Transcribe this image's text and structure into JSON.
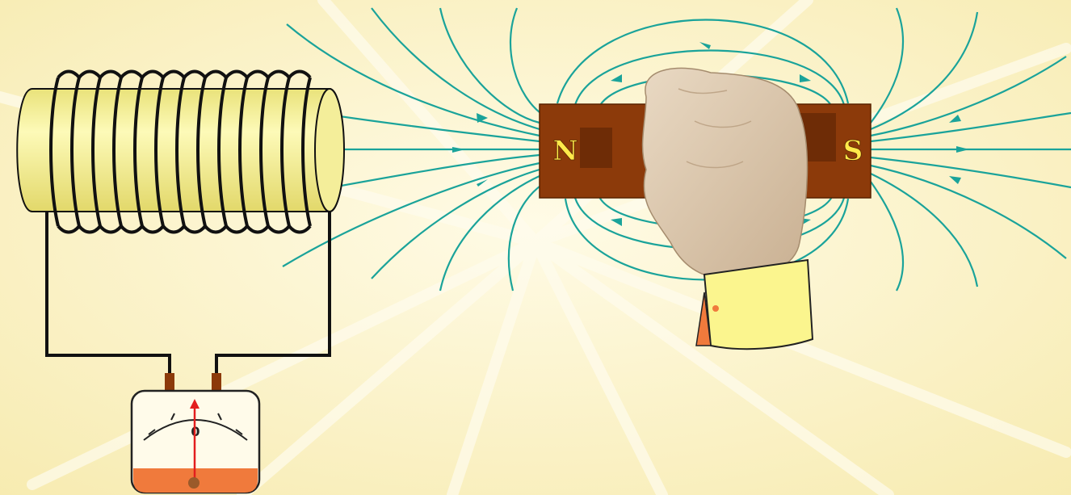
{
  "diagram": {
    "magnet": {
      "north_label": "N",
      "south_label": "S"
    },
    "galvanometer": {
      "zero_label": "0"
    }
  },
  "colors": {
    "background": "#fdf6d0",
    "background_rays": "#fff9e4",
    "coil_body": "#fbf7a0",
    "coil_body_shade": "#e9e27a",
    "wire": "#111111",
    "field_lines": "#1aa39a",
    "magnet": "#8c3a0a",
    "magnet_shade": "#6e2c06",
    "pole_letter": "#ffe94a",
    "hand": "#d8c3a8",
    "cuff": "#fbf58e",
    "needle": "#e31e1e",
    "meter_base": "#f07a3c"
  },
  "icons": [
    "solenoid-coil",
    "bar-magnet",
    "hand-gripping",
    "galvanometer"
  ]
}
